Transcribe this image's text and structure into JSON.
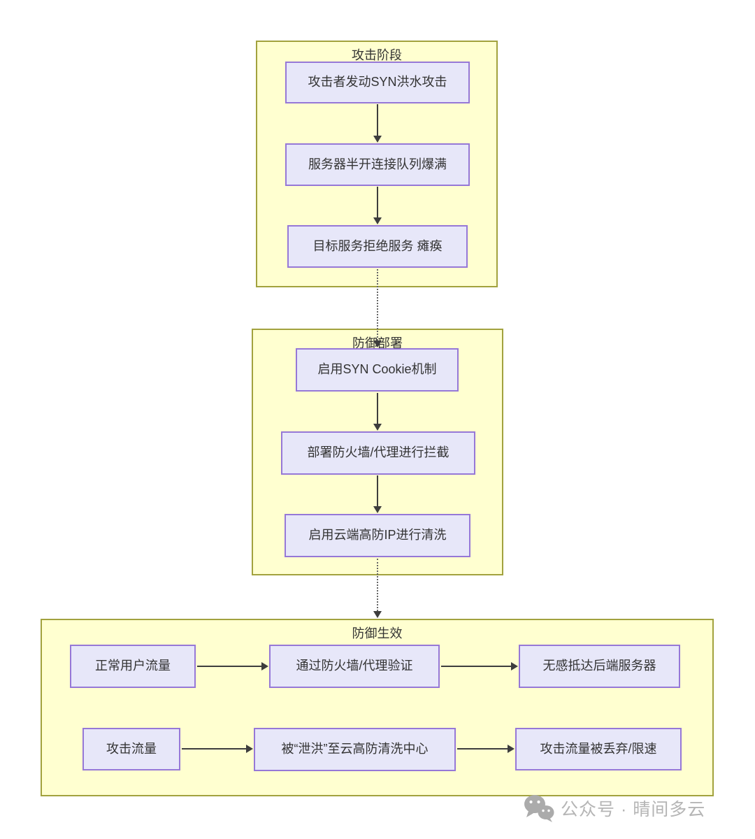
{
  "colors": {
    "group_fill": "#ffffd0",
    "group_border": "#a2a23e",
    "node_fill": "#e7e7f9",
    "node_border": "#9678d7",
    "arrow": "#3d3d3d",
    "dotted_arrow": "#666666",
    "text": "#333333",
    "watermark": "#b5b5b5"
  },
  "diagram": {
    "groups": [
      {
        "title": "攻击阶段",
        "nodes": [
          {
            "label": "攻击者发动SYN洪水攻击"
          },
          {
            "label": "服务器半开连接队列爆满"
          },
          {
            "label": "目标服务拒绝服务 瘫痪"
          }
        ]
      },
      {
        "title": "防御部署",
        "nodes": [
          {
            "label": "启用SYN Cookie机制"
          },
          {
            "label": "部署防火墙/代理进行拦截"
          },
          {
            "label": "启用云端高防IP进行清洗"
          }
        ]
      },
      {
        "title": "防御生效",
        "rows": [
          {
            "nodes": [
              {
                "label": "正常用户流量"
              },
              {
                "label": "通过防火墙/代理验证"
              },
              {
                "label": "无感抵达后端服务器"
              }
            ]
          },
          {
            "nodes": [
              {
                "label": "攻击流量"
              },
              {
                "label": "被“泄洪”至云高防清洗中心"
              },
              {
                "label": "攻击流量被丢弃/限速"
              }
            ]
          }
        ]
      }
    ]
  },
  "watermark": {
    "icon": "wechat-icon",
    "text": "公众号 · 晴间多云"
  }
}
